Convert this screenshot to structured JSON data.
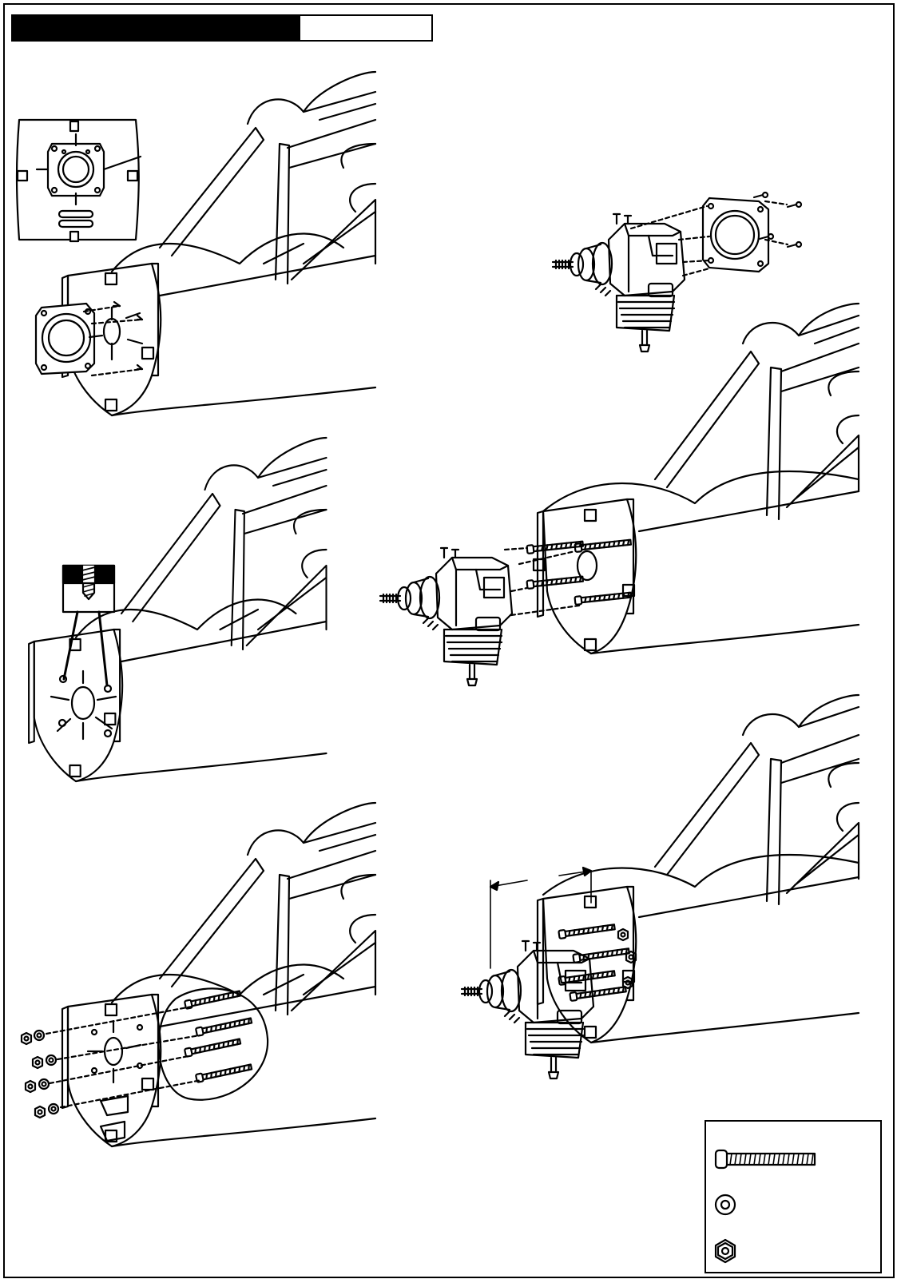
{
  "header": {
    "title": "",
    "subtitle": ""
  },
  "steps": [
    {
      "id": "step-1",
      "caption": ""
    },
    {
      "id": "step-2",
      "caption": ""
    },
    {
      "id": "step-3",
      "caption": ""
    },
    {
      "id": "step-4",
      "caption": ""
    },
    {
      "id": "step-5",
      "caption": ""
    },
    {
      "id": "step-6",
      "caption": ""
    }
  ],
  "hardware_legend": {
    "items": [
      {
        "icon": "screw-icon",
        "label": ""
      },
      {
        "icon": "washer-icon",
        "label": ""
      },
      {
        "icon": "hex-nut-icon",
        "label": ""
      }
    ]
  },
  "colors": {
    "ink": "#000000",
    "paper": "#ffffff",
    "shade": "#d9d9d9"
  }
}
